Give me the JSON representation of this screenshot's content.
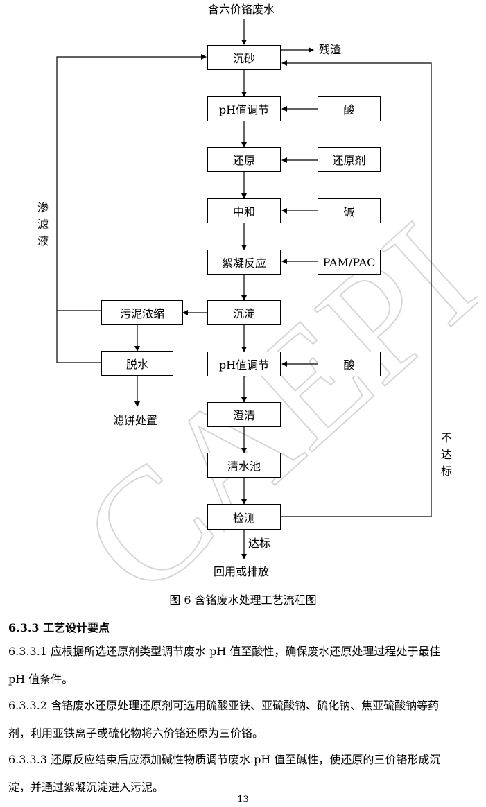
{
  "watermark": "CAEPI",
  "flow": {
    "source": "含六价铬废水",
    "residue": "残渣",
    "nodes": {
      "sand": "沉砂",
      "ph1": "pH值调节",
      "reduce": "还原",
      "neutral": "中和",
      "floc": "絮凝反应",
      "settle": "沉淀",
      "ph2": "pH值调节",
      "clarify": "澄清",
      "clearpool": "清水池",
      "detect": "检测",
      "sludge_thicken": "污泥浓缩",
      "dewater": "脱水"
    },
    "reagents": {
      "acid1": "酸",
      "reductant": "还原剂",
      "alkali": "碱",
      "pampac": "PAM/PAC",
      "acid2": "酸"
    },
    "filtrate": [
      "渗",
      "滤",
      "液"
    ],
    "not_pass": [
      "不",
      "达",
      "标"
    ],
    "pass": "达标",
    "cake": "滤饼处置",
    "reuse": "回用或排放"
  },
  "caption": "图 6    含铬废水处理工艺流程图",
  "section": {
    "title": "6.3.3 工艺设计要点",
    "p1_line1": "6.3.3.1 应根据所选还原剂类型调节废水 pH 值至酸性，确保废水还原处理过程处于最佳",
    "p1_line2": "pH 值条件。",
    "p2_line1": "6.3.3.2 含铬废水还原处理还原剂可选用硫酸亚铁、亚硫酸钠、硫化钠、焦亚硫酸钠等药",
    "p2_line2": "剂，利用亚铁离子或硫化物将六价铬还原为三价铬。",
    "p3_line1": "6.3.3.3 还原反应结束后应添加碱性物质调节废水 pH 值至碱性，使还原的三价铬形成沉",
    "p3_line2": "淀，并通过絮凝沉淀进入污泥。"
  },
  "page_number": "13"
}
